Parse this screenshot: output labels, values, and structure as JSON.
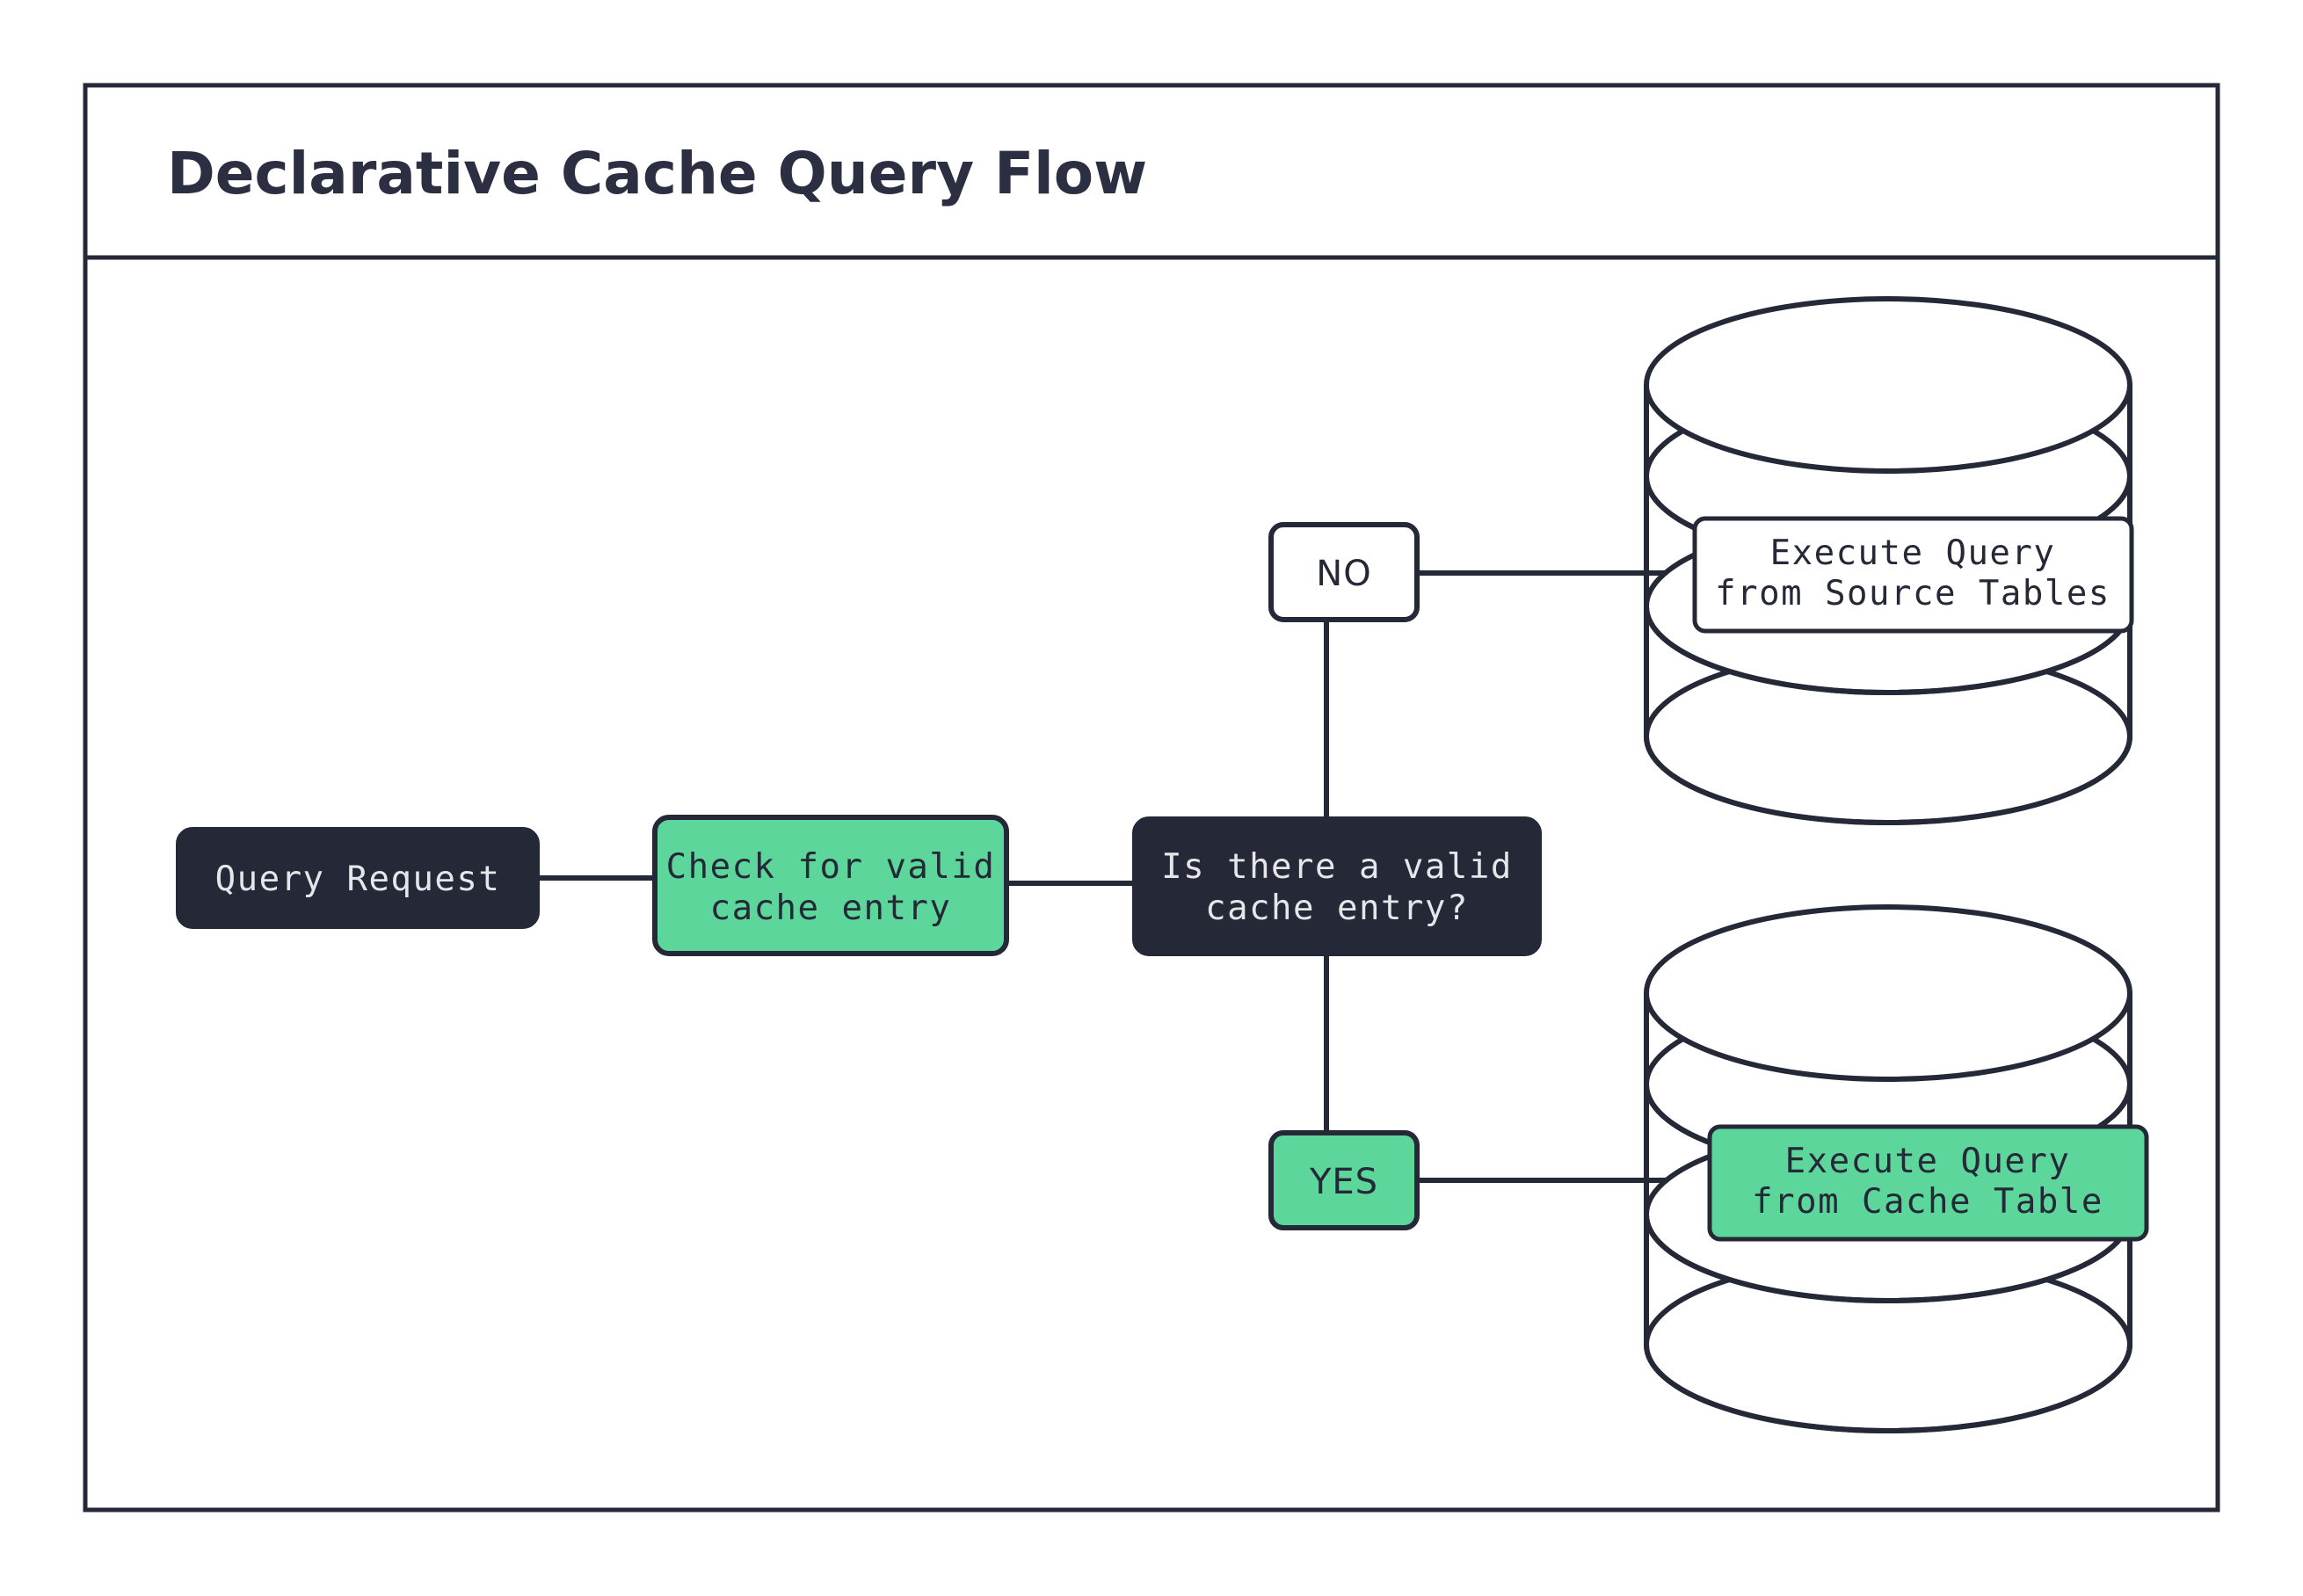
{
  "frame": {
    "title": "Declarative Cache Query Flow",
    "border_color": "#252836",
    "background": "#ffffff"
  },
  "theme": {
    "dark": "#252836",
    "green": "#5cd69b",
    "text_light": "#e4e6ea",
    "text_dark": "#252836",
    "white": "#ffffff"
  },
  "flow": {
    "nodes": [
      {
        "id": "query-request",
        "label_line1": "Query Request",
        "label_line2": "",
        "style": "dark",
        "shape": "rounded-rect"
      },
      {
        "id": "check-cache",
        "label_line1": "Check for valid",
        "label_line2": "cache entry",
        "style": "green",
        "shape": "rounded-rect"
      },
      {
        "id": "decision-valid-cache",
        "label_line1": "Is there a valid",
        "label_line2": "cache entry?",
        "style": "dark",
        "shape": "rounded-rect"
      }
    ],
    "branches": [
      {
        "id": "branch-no",
        "label": "NO",
        "style": "white",
        "target": "source-tables-db"
      },
      {
        "id": "branch-yes",
        "label": "YES",
        "style": "green",
        "target": "cache-table-db"
      }
    ],
    "databases": [
      {
        "id": "source-tables-db",
        "label_line1": "Execute Query",
        "label_line2": "from Source Tables",
        "label_style": "white",
        "shape": "cylinder"
      },
      {
        "id": "cache-table-db",
        "label_line1": "Execute Query",
        "label_line2": "from Cache Table",
        "label_style": "green",
        "shape": "cylinder"
      }
    ]
  }
}
